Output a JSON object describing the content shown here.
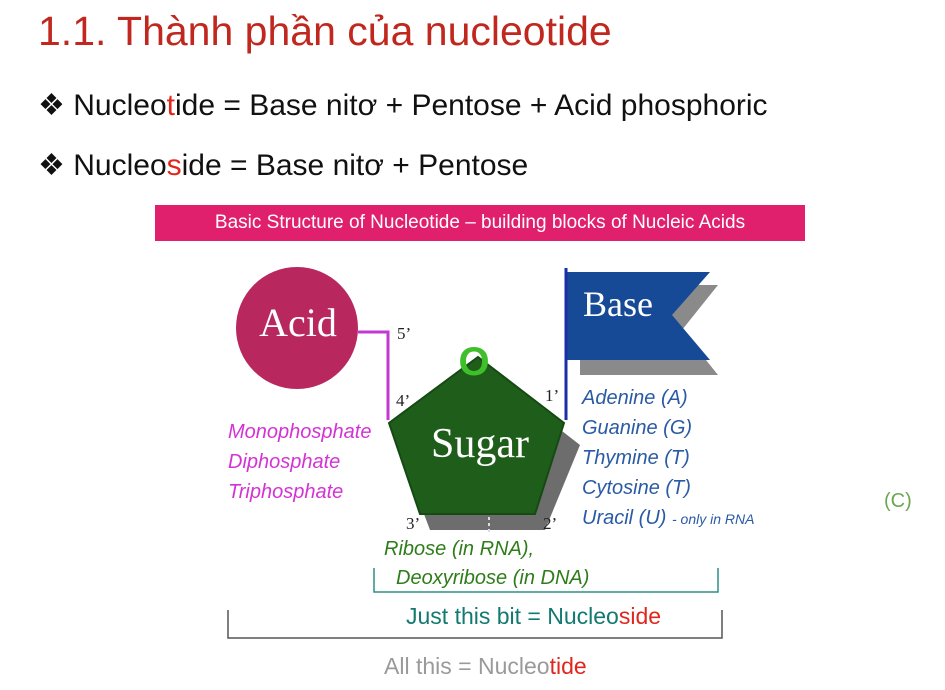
{
  "title": "1.1. Thành phần của nucleotide",
  "bullets": [
    {
      "symbol": "❖",
      "pre": "Nucleo",
      "highlight": "t",
      "post": "ide = Base nitơ + Pentose + Acid phosphoric"
    },
    {
      "symbol": "❖",
      "pre": "Nucleo",
      "highlight": "s",
      "post": "ide = Base nitơ + Pentose"
    }
  ],
  "diagram": {
    "banner": "Basic Structure of Nucleotide – building blocks of Nucleic Acids",
    "acid_label": "Acid",
    "base_label": "Base",
    "sugar_label": "Sugar",
    "oxygen_label": "O",
    "carbon_labels": {
      "c1": "1’",
      "c2": "2’",
      "c3": "3’",
      "c4": "4’",
      "c5": "5’"
    },
    "phosphates": [
      "Monophosphate",
      "Diphosphate",
      "Triphosphate"
    ],
    "bases": [
      "Adenine (A)",
      "Guanine (G)",
      "Thymine (T)",
      "Cytosine (T)",
      "Uracil (U)"
    ],
    "uracil_note": "- only in RNA",
    "sugars": [
      "Ribose (in RNA),",
      "Deoxyribose (in DNA)"
    ],
    "nucleoside": {
      "pre": "Just this bit = Nucleo",
      "highlight": "side"
    },
    "nucleotide": {
      "pre": "All this = Nucleo",
      "highlight": "tide"
    },
    "figure_label": "(C)",
    "colors": {
      "title": "#c0281f",
      "banner": "#e0206d",
      "acid": "#b8285e",
      "base": "#174a96",
      "sugar": "#1e5e1a",
      "phosphate_text": "#d433d4",
      "base_text": "#2a5aa5",
      "sugar_text": "#2e7d1a",
      "nucleoside_text": "#137a6f"
    }
  }
}
